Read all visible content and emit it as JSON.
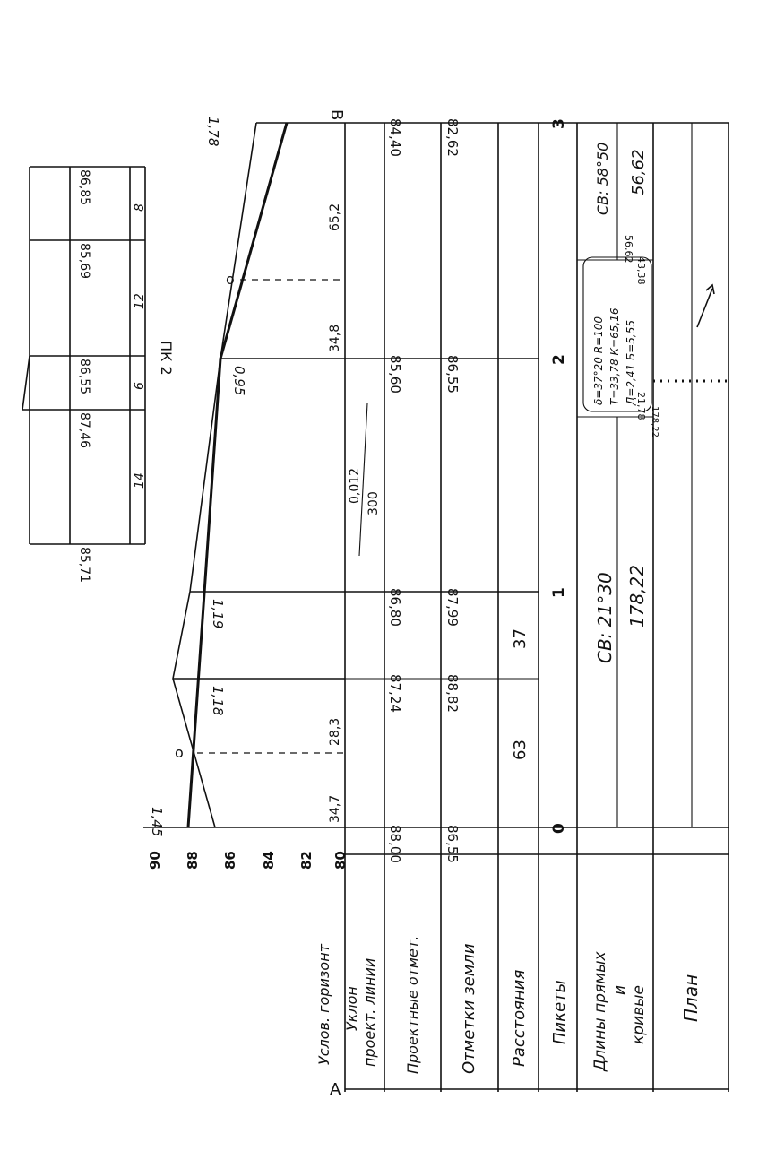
{
  "colors": {
    "ink": "#111111",
    "paper": "#ffffff"
  },
  "ends": {
    "start": "А",
    "end": "В"
  },
  "rows": {
    "horizon": "Услов. горизонт",
    "slope_1": "Уклон",
    "slope_2": "проект. линии",
    "design": "Проектные отмет.",
    "ground": "Отметки земли",
    "distances": "Расстояния",
    "pickets": "Пикеты",
    "lengths_1": "Длины прямых",
    "lengths_2": "и",
    "lengths_3": "кривые",
    "plan": "План"
  },
  "scale": {
    "ticks": [
      "90",
      "88",
      "86",
      "84",
      "82",
      "80"
    ]
  },
  "depths": [
    "1,45",
    "1,18",
    "1,19",
    "0,95",
    "1,78"
  ],
  "zero_marks": [
    "о",
    "о"
  ],
  "segments": [
    "34,7",
    "28,3",
    "34,8",
    "65,2"
  ],
  "slope": {
    "value": "0,012",
    "length": "300"
  },
  "design_elev": [
    "88,00",
    "87,24",
    "86,80",
    "85,60",
    "84,40"
  ],
  "ground_elev": [
    "86,55",
    "88,82",
    "87,99",
    "86,55",
    "82,62"
  ],
  "dist": [
    "63",
    "37"
  ],
  "pickets": [
    "0",
    "1",
    "2",
    "3"
  ],
  "straights": [
    {
      "bearing": "СВ: 21°30",
      "length": "178,22"
    },
    {
      "bearing": "СВ: 58°50",
      "length": "56,62"
    }
  ],
  "curve": {
    "params_1": "δ=37°20 R=100",
    "params_2": "T=33,78 К=65,16",
    "params_3": "Д=2,41 Б=5,55",
    "pk_start_1": "21,78",
    "pk_start_2": "178,22",
    "pk_end_1": "43,38",
    "pk_end_2": "56,62"
  },
  "cross_section": {
    "label": "ПК 2",
    "elevations": [
      "85,71",
      "87,46",
      "86,55",
      "85,69",
      "86,85"
    ],
    "distances": [
      "14",
      "6",
      "12",
      "8"
    ]
  }
}
